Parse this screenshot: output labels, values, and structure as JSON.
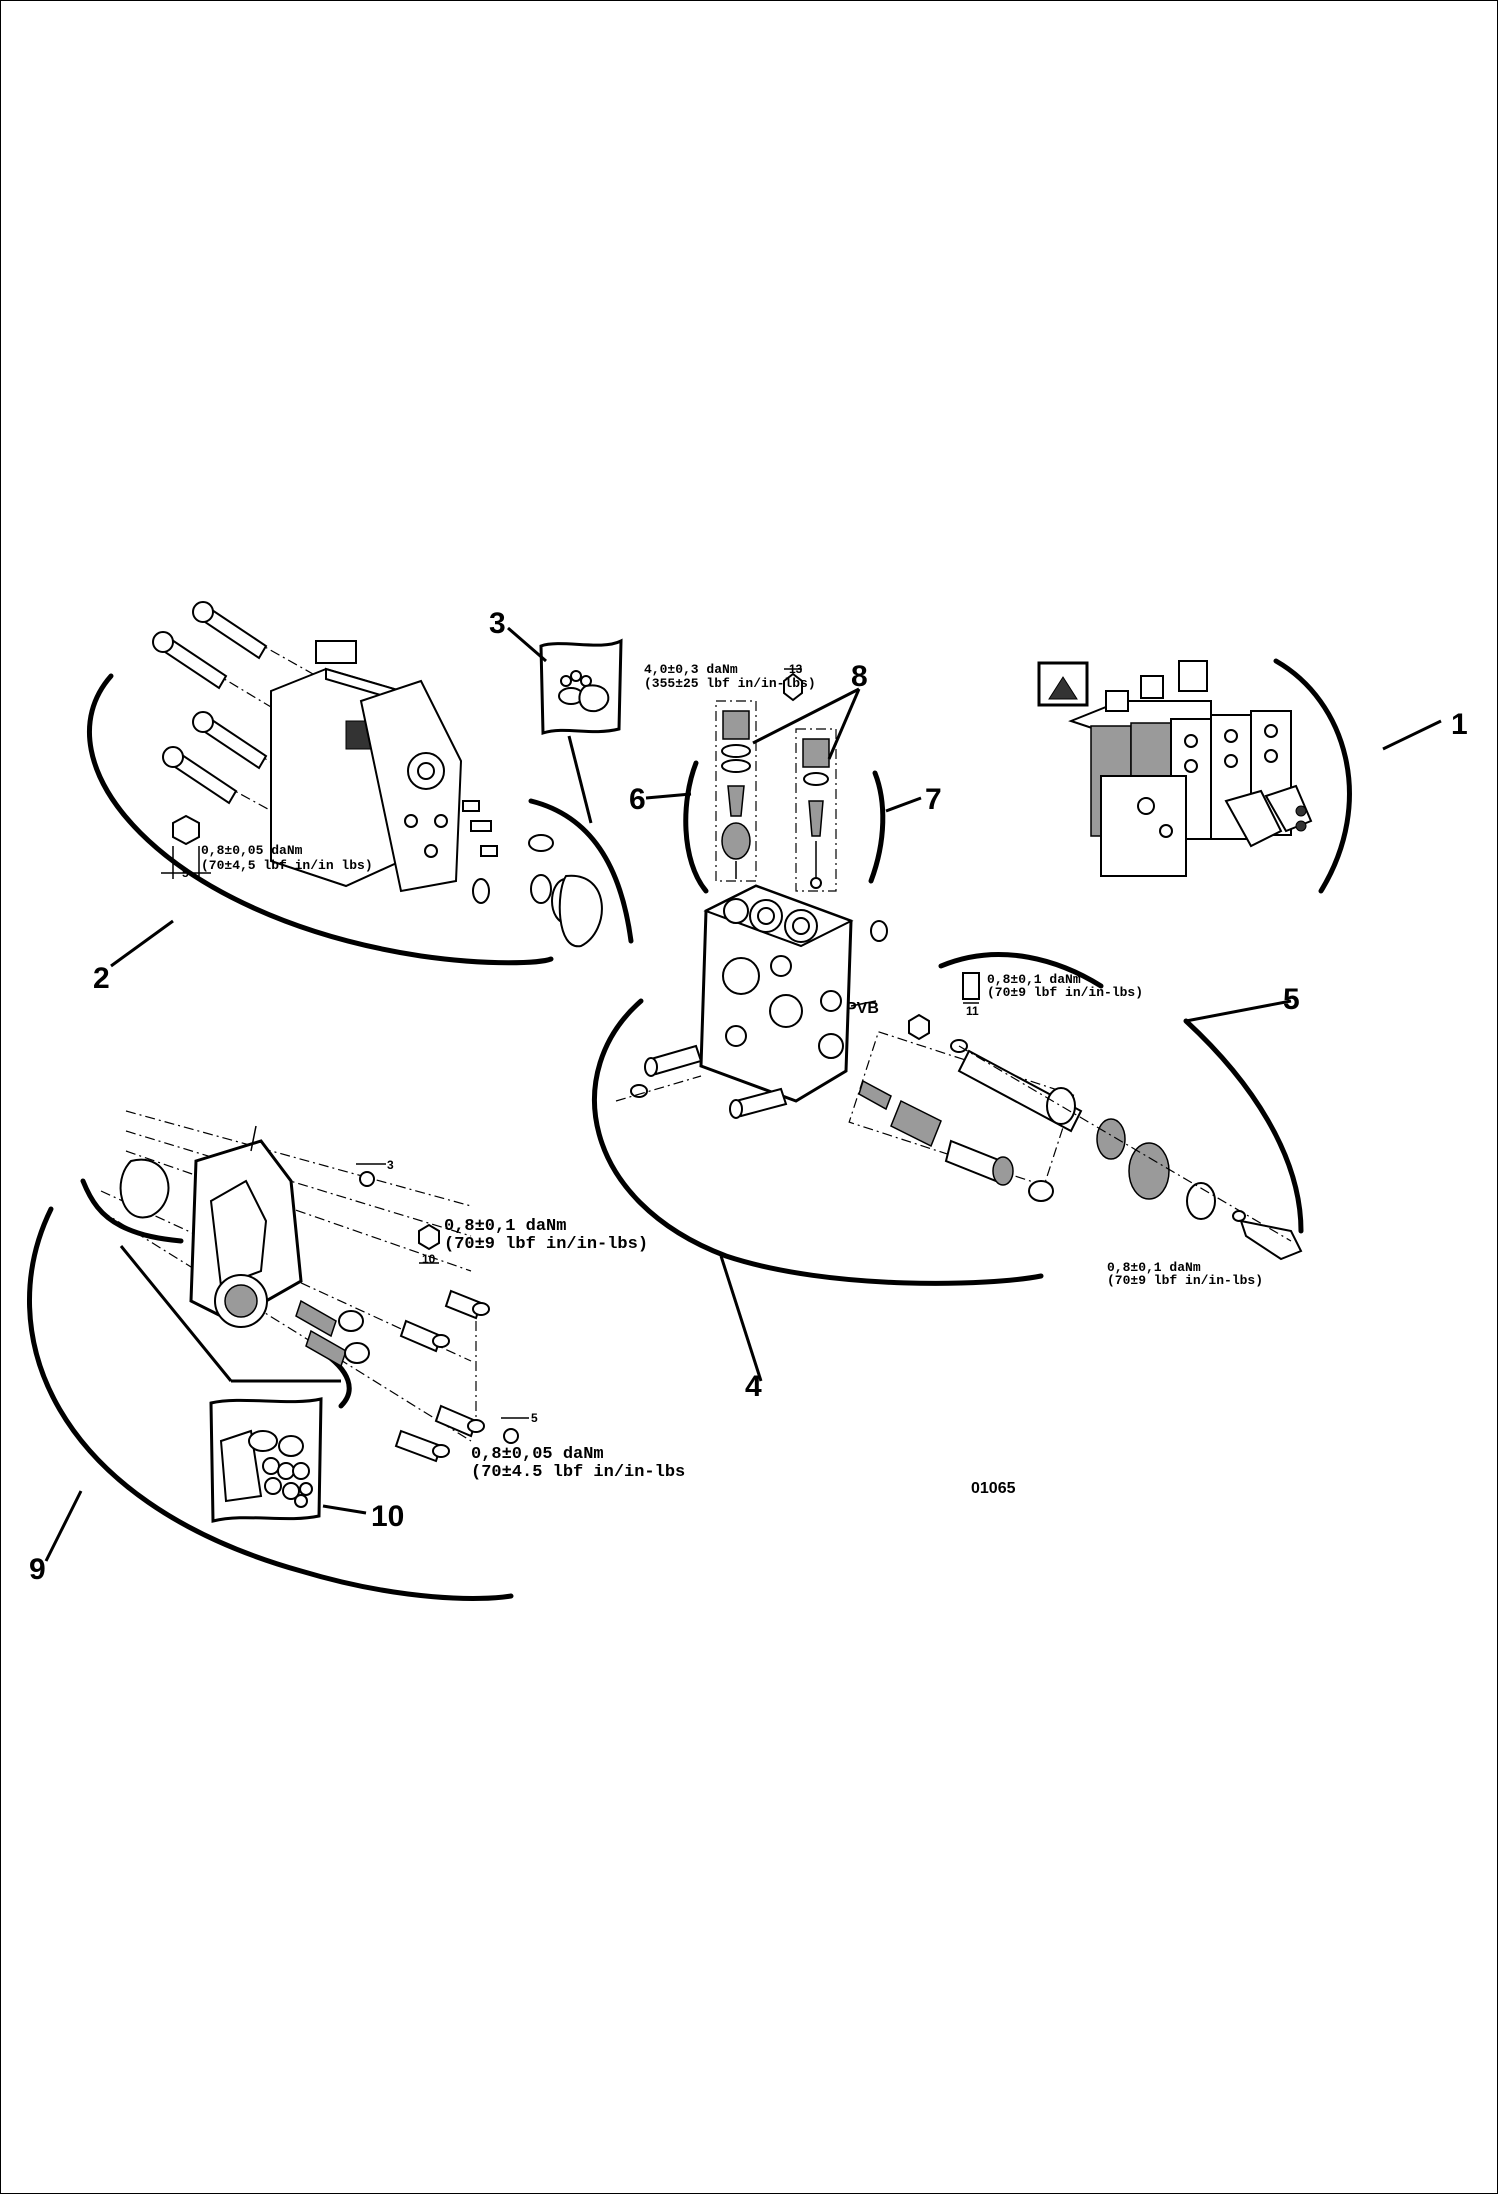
{
  "callouts": {
    "c1": "1",
    "c2": "2",
    "c3": "3",
    "c4": "4",
    "c5": "5",
    "c6": "6",
    "c7": "7",
    "c8": "8",
    "c9": "9",
    "c10": "10"
  },
  "torques": {
    "t2_line1": "0,8±0,05 daNm",
    "t2_line2": "(70±4,5 lbf in/in lbs)",
    "t2_dim": "5",
    "t8_line1": "4,0±0,3 daNm",
    "t8_line2": "(355±25 lbf in/in-lbs)",
    "t8_dim": "13",
    "t5a_line1": "0,8±0,1 daNm",
    "t5a_line2": "(70±9 lbf in/in-lbs)",
    "t5a_dim": "11",
    "t5b_line1": "0,8±0,1 daNm",
    "t5b_line2": "(70±9 lbf in/in-lbs)",
    "t9a_line1": "0,8±0,1 daNm",
    "t9a_line2": "(70±9 lbf in/in-lbs)",
    "t9a_dim": "10",
    "t9b_line1": "0,8±0,05 daNm",
    "t9b_line2": "(70±4.5 lbf in/in-lbs",
    "t9b_dim": "5",
    "t9c_dim": "3"
  },
  "labels": {
    "pvb": "PVB",
    "figure_ref": "01065"
  }
}
